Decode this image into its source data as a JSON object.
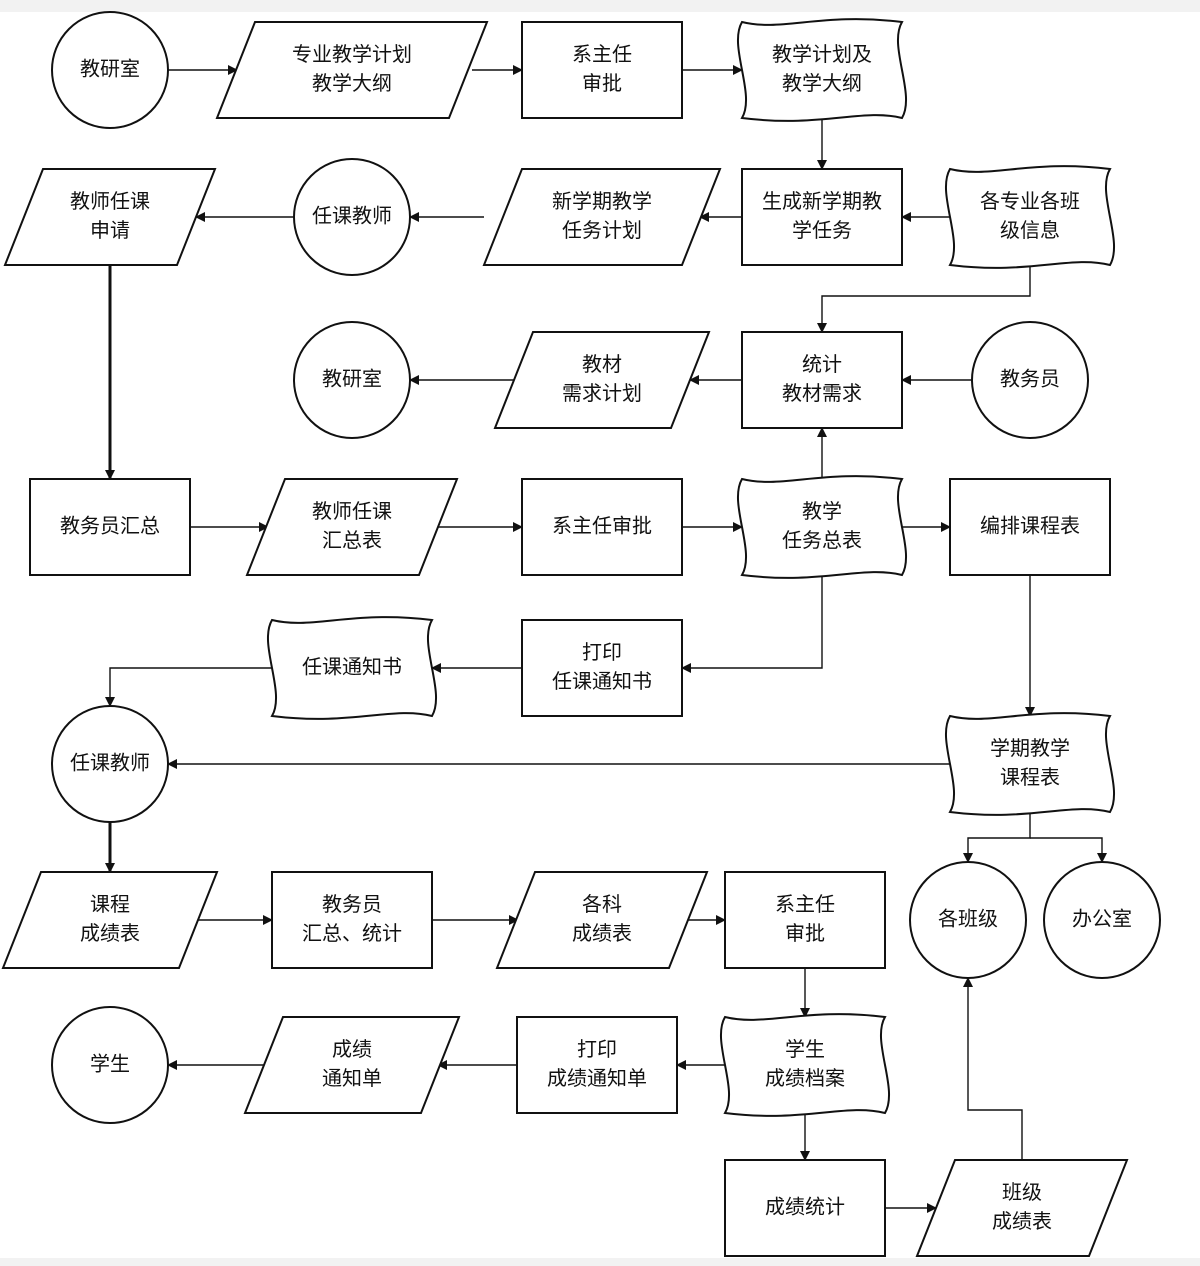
{
  "nodes": [
    {
      "id": "n1",
      "shape": "circle",
      "lines": [
        "教研室"
      ]
    },
    {
      "id": "n2",
      "shape": "parallelogram",
      "lines": [
        "专业教学计划",
        "教学大纲"
      ]
    },
    {
      "id": "n3",
      "shape": "rect",
      "lines": [
        "系主任",
        "审批"
      ]
    },
    {
      "id": "n4",
      "shape": "tape",
      "lines": [
        "教学计划及",
        "教学大纲"
      ]
    },
    {
      "id": "n5",
      "shape": "parallelogram",
      "lines": [
        "教师任课",
        "申请"
      ]
    },
    {
      "id": "n6",
      "shape": "circle",
      "lines": [
        "任课教师"
      ]
    },
    {
      "id": "n7",
      "shape": "parallelogram",
      "lines": [
        "新学期教学",
        "任务计划"
      ]
    },
    {
      "id": "n8",
      "shape": "rect",
      "lines": [
        "生成新学期教",
        "学任务"
      ]
    },
    {
      "id": "n9",
      "shape": "tape",
      "lines": [
        "各专业各班",
        "级信息"
      ]
    },
    {
      "id": "n10",
      "shape": "circle",
      "lines": [
        "教研室"
      ]
    },
    {
      "id": "n11",
      "shape": "parallelogram",
      "lines": [
        "教材",
        "需求计划"
      ]
    },
    {
      "id": "n12",
      "shape": "rect",
      "lines": [
        "统计",
        "教材需求"
      ]
    },
    {
      "id": "n13",
      "shape": "circle",
      "lines": [
        "教务员"
      ]
    },
    {
      "id": "n14",
      "shape": "rect",
      "lines": [
        "教务员汇总"
      ]
    },
    {
      "id": "n15",
      "shape": "parallelogram",
      "lines": [
        "教师任课",
        "汇总表"
      ]
    },
    {
      "id": "n16",
      "shape": "rect",
      "lines": [
        "系主任审批"
      ]
    },
    {
      "id": "n17",
      "shape": "tape",
      "lines": [
        "教学",
        "任务总表"
      ]
    },
    {
      "id": "n18",
      "shape": "rect",
      "lines": [
        "编排课程表"
      ]
    },
    {
      "id": "n19",
      "shape": "tape",
      "lines": [
        "任课通知书"
      ]
    },
    {
      "id": "n20",
      "shape": "rect",
      "lines": [
        "打印",
        "任课通知书"
      ]
    },
    {
      "id": "n21",
      "shape": "circle",
      "lines": [
        "任课教师"
      ]
    },
    {
      "id": "n22",
      "shape": "tape",
      "lines": [
        "学期教学",
        "课程表"
      ]
    },
    {
      "id": "n23",
      "shape": "parallelogram",
      "lines": [
        "课程",
        "成绩表"
      ]
    },
    {
      "id": "n24",
      "shape": "rect",
      "lines": [
        "教务员",
        "汇总、统计"
      ]
    },
    {
      "id": "n25",
      "shape": "parallelogram",
      "lines": [
        "各科",
        "成绩表"
      ]
    },
    {
      "id": "n26",
      "shape": "rect",
      "lines": [
        "系主任",
        "审批"
      ]
    },
    {
      "id": "n27",
      "shape": "circle",
      "lines": [
        "各班级"
      ]
    },
    {
      "id": "n28",
      "shape": "circle",
      "lines": [
        "办公室"
      ]
    },
    {
      "id": "n29",
      "shape": "circle",
      "lines": [
        "学生"
      ]
    },
    {
      "id": "n30",
      "shape": "parallelogram",
      "lines": [
        "成绩",
        "通知单"
      ]
    },
    {
      "id": "n31",
      "shape": "rect",
      "lines": [
        "打印",
        "成绩通知单"
      ]
    },
    {
      "id": "n32",
      "shape": "tape",
      "lines": [
        "学生",
        "成绩档案"
      ]
    },
    {
      "id": "n33",
      "shape": "rect",
      "lines": [
        "成绩统计"
      ]
    },
    {
      "id": "n34",
      "shape": "parallelogram",
      "lines": [
        "班级",
        "成绩表"
      ]
    }
  ],
  "edges": [
    {
      "from": "n1",
      "to": "n2"
    },
    {
      "from": "n2",
      "to": "n3"
    },
    {
      "from": "n3",
      "to": "n4"
    },
    {
      "from": "n4",
      "to": "n8"
    },
    {
      "from": "n9",
      "to": "n8"
    },
    {
      "from": "n8",
      "to": "n7"
    },
    {
      "from": "n7",
      "to": "n6"
    },
    {
      "from": "n6",
      "to": "n5"
    },
    {
      "from": "n9",
      "to": "n12"
    },
    {
      "from": "n13",
      "to": "n12"
    },
    {
      "from": "n12",
      "to": "n11"
    },
    {
      "from": "n11",
      "to": "n10"
    },
    {
      "from": "n5",
      "to": "n14"
    },
    {
      "from": "n14",
      "to": "n15"
    },
    {
      "from": "n15",
      "to": "n16"
    },
    {
      "from": "n16",
      "to": "n17"
    },
    {
      "from": "n17",
      "to": "n12"
    },
    {
      "from": "n17",
      "to": "n18"
    },
    {
      "from": "n17",
      "to": "n20"
    },
    {
      "from": "n20",
      "to": "n19"
    },
    {
      "from": "n19",
      "to": "n21"
    },
    {
      "from": "n18",
      "to": "n22"
    },
    {
      "from": "n22",
      "to": "n21"
    },
    {
      "from": "n22",
      "to": "n27"
    },
    {
      "from": "n22",
      "to": "n28"
    },
    {
      "from": "n21",
      "to": "n23"
    },
    {
      "from": "n23",
      "to": "n24"
    },
    {
      "from": "n24",
      "to": "n25"
    },
    {
      "from": "n25",
      "to": "n26"
    },
    {
      "from": "n26",
      "to": "n32"
    },
    {
      "from": "n32",
      "to": "n31"
    },
    {
      "from": "n31",
      "to": "n30"
    },
    {
      "from": "n30",
      "to": "n29"
    },
    {
      "from": "n32",
      "to": "n33"
    },
    {
      "from": "n33",
      "to": "n34"
    },
    {
      "from": "n34",
      "to": "n27"
    }
  ]
}
